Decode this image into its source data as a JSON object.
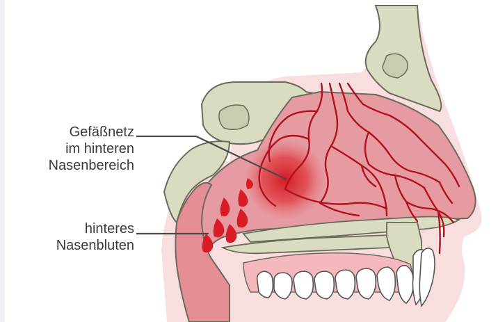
{
  "labels": {
    "vessel_network": {
      "lines": [
        "Gefäßnetz",
        "im hinteren",
        "Nasenbereich"
      ]
    },
    "posterior_bleeding": {
      "lines": [
        "hinteres",
        "Nasenbluten"
      ]
    }
  },
  "colors": {
    "skin": "#f7dcdc",
    "bone": "#d8dbbf",
    "bone_outline": "#6a6a5a",
    "mucosa": "#e58b93",
    "mucosa_dark": "#cf5f6c",
    "vessel": "#b0111c",
    "bleed_spot": "#d4151f",
    "blood_drop": "#d91c24",
    "teeth": "#ffffff",
    "gum": "#f4b8bd",
    "leader_line": "#4a4a4a"
  }
}
